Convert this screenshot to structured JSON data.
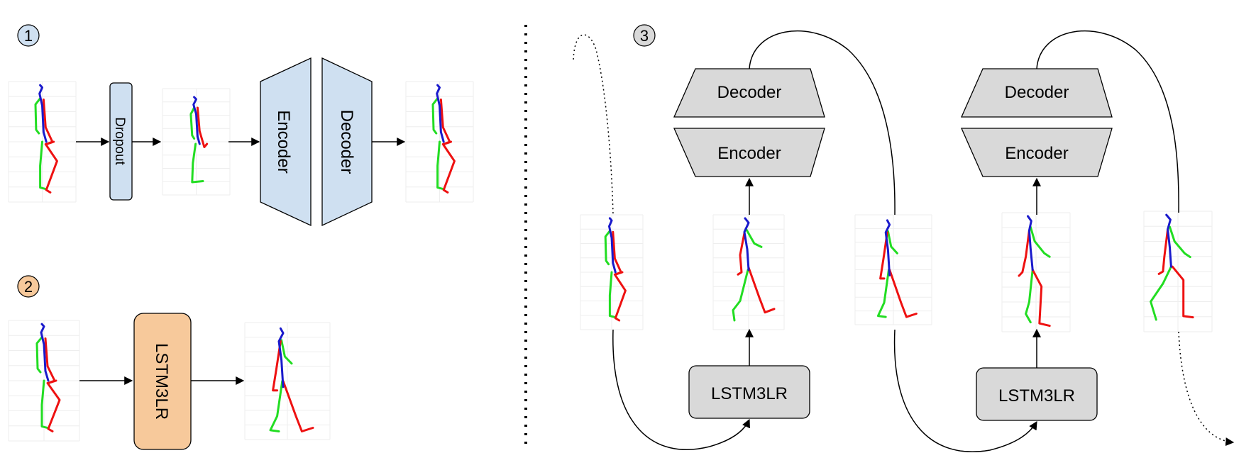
{
  "section_markers": [
    "1",
    "2",
    "3"
  ],
  "panel1": {
    "dropout_label": "Dropout",
    "encoder_label": "Encoder",
    "decoder_label": "Decoder"
  },
  "panel2": {
    "lstm_label": "LSTM3LR"
  },
  "panel3": {
    "unit1": {
      "decoder_label": "Decoder",
      "encoder_label": "Encoder",
      "lstm_label": "LSTM3LR"
    },
    "unit2": {
      "decoder_label": "Decoder",
      "encoder_label": "Encoder",
      "lstm_label": "LSTM3LR"
    }
  },
  "colors": {
    "blue_box_fill": "#cfe0f1",
    "orange_box_fill": "#f7c99b",
    "gray_box_fill": "#d9d9d9",
    "limb_left": "#22dd22",
    "limb_right": "#ee1111",
    "spine": "#1a1acc"
  },
  "skeleton_icons": [
    "pose-skeleton-icon"
  ]
}
